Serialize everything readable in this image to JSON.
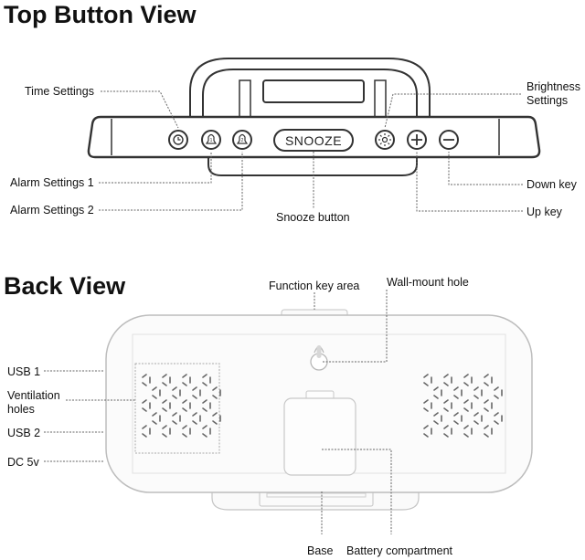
{
  "top_view": {
    "heading": "Top Button View",
    "snooze_text": "SNOOZE",
    "labels": {
      "time_settings": "Time Settings",
      "brightness_settings": "Brightness\nSettings",
      "alarm_settings_1": "Alarm Settings 1",
      "down_key": "Down key",
      "alarm_settings_2": "Alarm Settings 2",
      "up_key": "Up key",
      "snooze_button": "Snooze button"
    }
  },
  "back_view": {
    "heading": "Back View",
    "labels": {
      "function_key_area": "Function key area",
      "wall_mount_hole": "Wall-mount hole",
      "usb_1": "USB 1",
      "ventilation_holes": "Ventilation\nholes",
      "usb_2": "USB 2",
      "dc_5v": "DC 5v",
      "base": "Base",
      "battery_compartment": "Battery compartment"
    }
  },
  "colors": {
    "outline": "#333333",
    "leader": "#666666",
    "body_fill": "#ffffff",
    "back_outline": "#bdbdbd"
  }
}
